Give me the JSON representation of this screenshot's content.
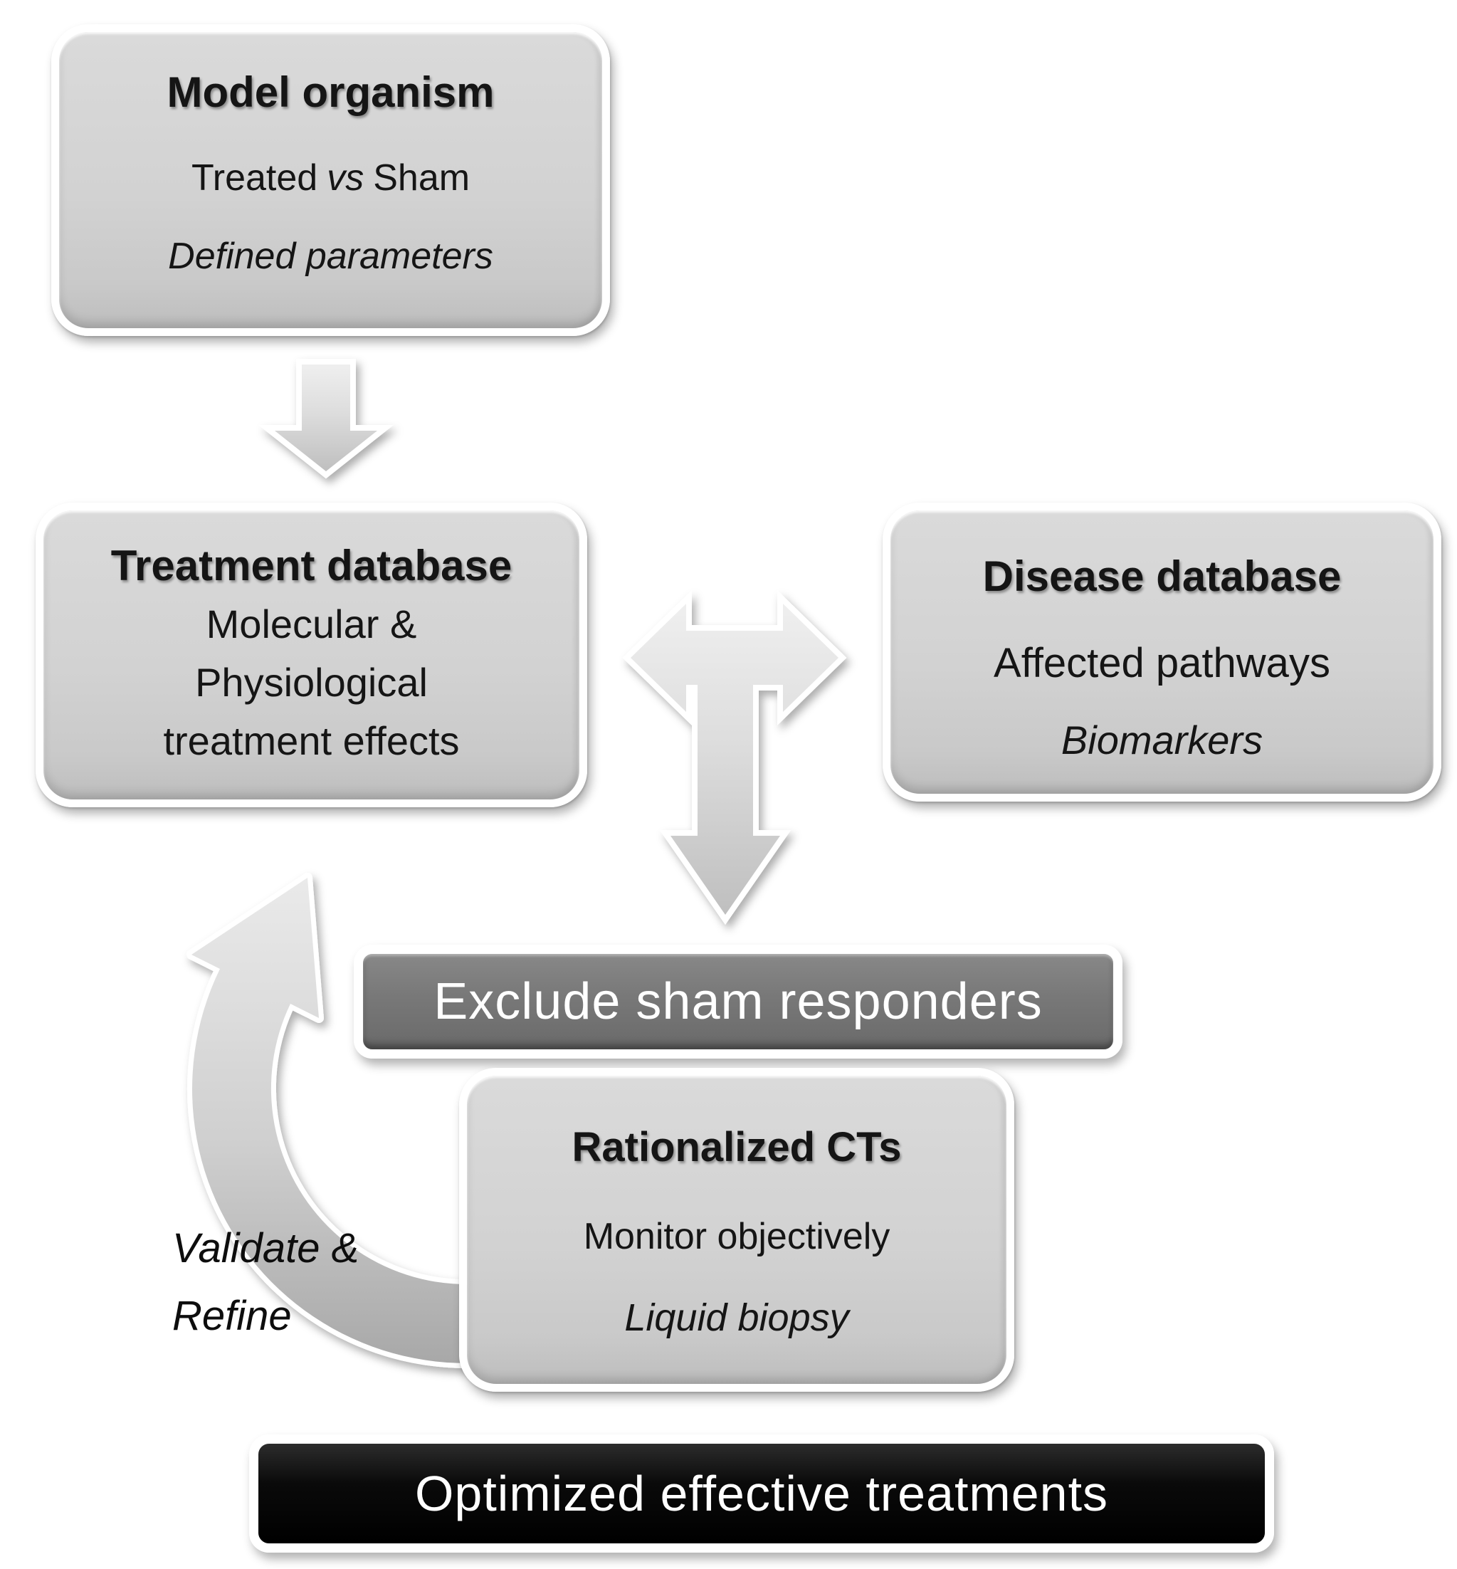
{
  "boxes": {
    "model_organism": {
      "title": "Model organism",
      "line2_pre": "Treated",
      "line2_italic": "vs",
      "line2_post": "Sham",
      "line3": "Defined parameters"
    },
    "treatment_database": {
      "title": "Treatment database",
      "line2": "Molecular &",
      "line3": "Physiological",
      "line4": "treatment effects"
    },
    "disease_database": {
      "title": "Disease database",
      "line2": "Affected pathways",
      "line3": "Biomarkers"
    },
    "exclude_banner": {
      "label": "Exclude sham responders"
    },
    "rationalized_cts": {
      "title": "Rationalized CTs",
      "line2": "Monitor objectively",
      "line3": "Liquid biopsy"
    },
    "optimized_banner": {
      "label": "Optimized effective treatments"
    }
  },
  "annotations": {
    "validate_line1": "Validate &",
    "validate_line2": "Refine"
  },
  "icons": {
    "down_arrow": "down-block-arrow-icon",
    "three_way_arrow": "left-right-down-arrow-icon",
    "cycle_arrow": "curved-return-arrow-icon"
  },
  "colors": {
    "background": "#ffffff",
    "panel_fill": "#d2d2d2",
    "panel_border": "#ffffff",
    "exclude_fill": "#7a7a7a",
    "optimized_fill": "#0a0a0a",
    "text_dark": "#151515",
    "text_light": "#ffffff",
    "arrow_fill": "#d8d8d8"
  }
}
